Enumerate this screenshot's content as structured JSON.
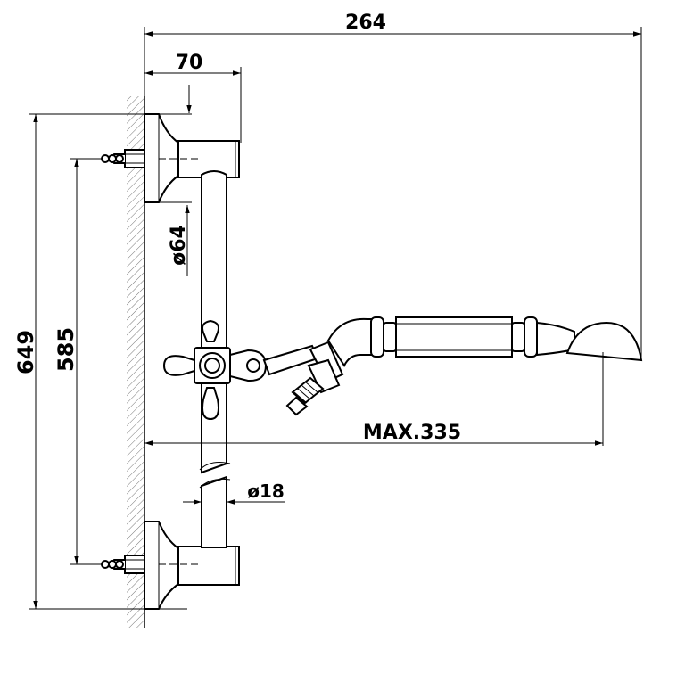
{
  "drawing": {
    "dimensions": {
      "overall_width": "264",
      "bracket_depth": "70",
      "overall_height": "649",
      "mount_spacing": "585",
      "rosette_diameter": "ø64",
      "bar_diameter": "ø18",
      "shower_reach": "MAX.335"
    },
    "colors": {
      "line": "#000000",
      "wall_hatch": "#777777",
      "background": "#ffffff"
    }
  }
}
